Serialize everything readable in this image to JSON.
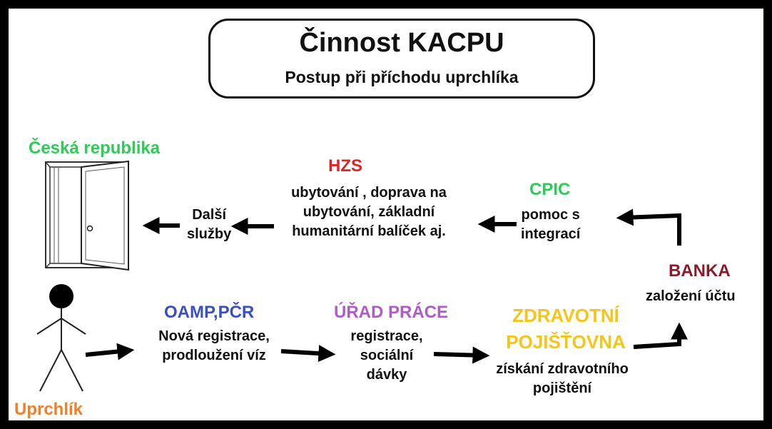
{
  "header": {
    "title": "Činnost KACPU",
    "subtitle": "Postup při příchodu uprchlíka"
  },
  "nodes": {
    "ceska_republika": {
      "label": "Česká republika",
      "color": "#2ecc57"
    },
    "dalsi_sluzby": {
      "text": [
        "Další",
        "služby"
      ],
      "color": "#111111"
    },
    "hzs": {
      "label": "HZS",
      "color": "#e02424",
      "text": [
        "ubytování , doprava na",
        "ubytování, základní",
        "humanitární balíček aj."
      ]
    },
    "cpic": {
      "label": "CPIC",
      "color": "#2ecc57",
      "text": [
        "pomoc s",
        "integrací"
      ]
    },
    "banka": {
      "label": "BANKA",
      "color": "#8b1a2b",
      "text": [
        "založení účtu"
      ]
    },
    "uprchlik": {
      "label": "Uprchlík",
      "color": "#f07f2a"
    },
    "oamp": {
      "label": "OAMP,PČR",
      "color": "#3a4fc4",
      "text": [
        "Nová registrace,",
        "prodloužení víz"
      ]
    },
    "urad_prace": {
      "label": "ÚŘAD PRÁCE",
      "color": "#b05bc8",
      "text": [
        "registrace,",
        "sociální",
        "dávky"
      ]
    },
    "zdravotni": {
      "label": [
        "ZDRAVOTNÍ",
        "POJIŠŤOVNA"
      ],
      "color": "#f5c518",
      "text": [
        "získání zdravotního",
        "pojištění"
      ]
    }
  },
  "icons": {
    "door": "door-icon",
    "person": "stick-figure-icon"
  },
  "colors": {
    "frame": "#000000",
    "background": "#ffffff",
    "arrow": "#000000"
  }
}
